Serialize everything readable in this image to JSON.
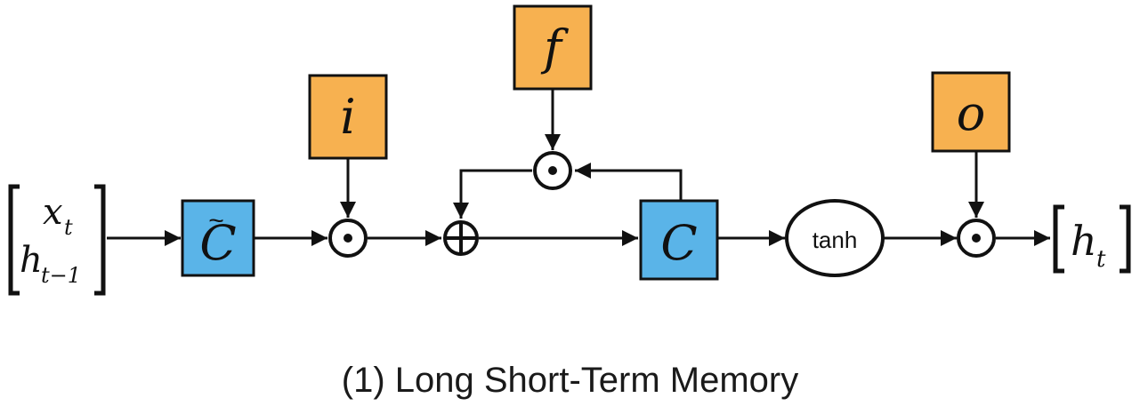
{
  "caption": "(1) Long Short-Term Memory",
  "input": {
    "x": "x",
    "x_sub": "t",
    "h": "h",
    "h_sub": "t−1"
  },
  "output": {
    "h": "h",
    "h_sub": "t"
  },
  "gates": {
    "input": "i",
    "forget": "f",
    "output": "o"
  },
  "candidate": {
    "letter": "C",
    "tilde": "~"
  },
  "cell": "C",
  "activation": "tanh",
  "colors": {
    "gate": "#f7b150",
    "cell": "#5ab4e8",
    "line": "#111111"
  }
}
